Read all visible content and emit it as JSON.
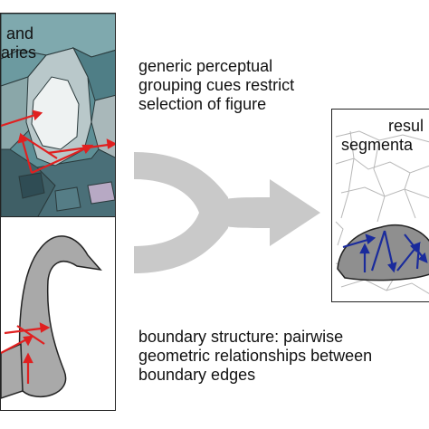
{
  "top_left_panel": {
    "label_lines": [
      "and",
      "aries"
    ]
  },
  "cue_caption": {
    "lines": [
      "generic perceptual",
      "grouping cues restrict",
      "selection of figure"
    ]
  },
  "right_panel": {
    "label_lines": [
      "resul",
      "segmenta"
    ]
  },
  "structure_caption": {
    "lines": [
      "boundary structure: pairwise",
      "geometric relationships between",
      "boundary edges"
    ]
  },
  "colors": {
    "arrow_gray": "#c9c9c9",
    "red_arrows": "#e02020",
    "blue_arrows": "#1a2b9c",
    "figure_gray": "#8f8f8f",
    "swan_gray": "#a9a9a9",
    "region_teal": "#5e8f96"
  }
}
